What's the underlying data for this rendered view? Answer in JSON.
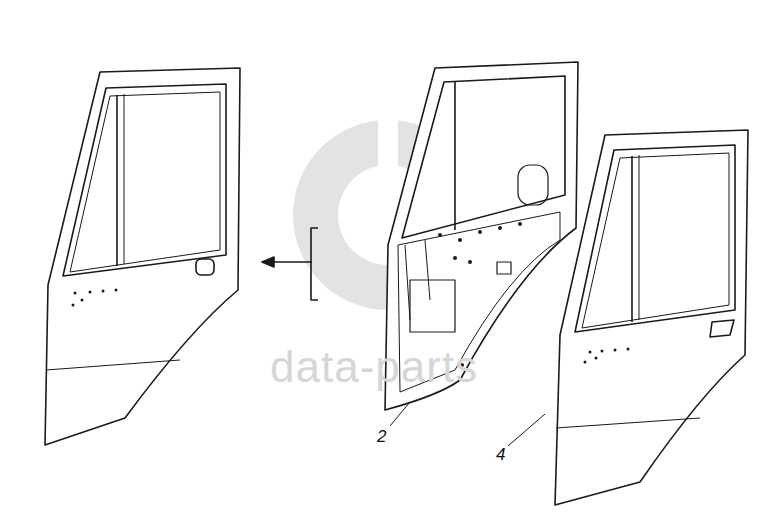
{
  "diagram": {
    "labels": [
      "data-parts",
      "2",
      "4"
    ]
  }
}
